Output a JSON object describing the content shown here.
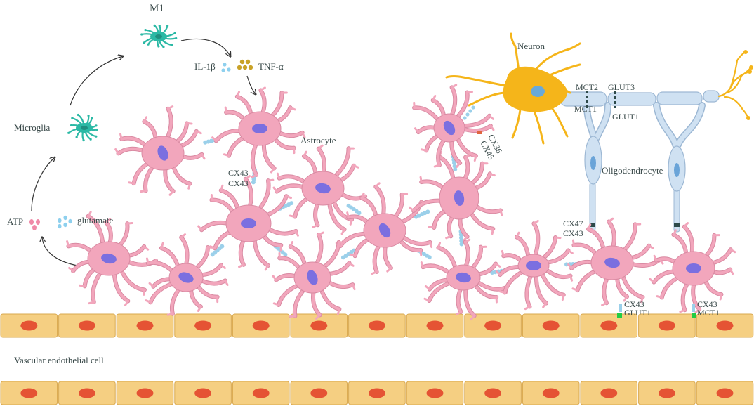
{
  "labels": {
    "m1": "M1",
    "il1b": "IL-1β",
    "tnf": "TNF-α",
    "microglia": "Microglia",
    "atp": "ATP",
    "glutamate": "glutamate",
    "astrocyte": "Astrocyte",
    "cx43_top": "CX43",
    "cx43_bottom": "CX43",
    "neuron": "Neuron",
    "cx36": "CX36",
    "cx45": "CX45",
    "mct2": "MCT2",
    "mct1_axon": "MCT1",
    "glut3": "GLUT3",
    "glut1_axon": "GLUT1",
    "oligodendrocyte": "Oligodendrocyte",
    "cx47": "CX47",
    "cx43_oligo": "CX43",
    "cx43_vessel_a": "CX43",
    "glut1_vessel": "GLUT1",
    "cx43_vessel_b": "CX43",
    "mct1_vessel": "MCT1",
    "vascular": "Vascular endothelial cell"
  },
  "colors": {
    "astrocyte_body": "#f2a6bc",
    "astrocyte_stroke": "#d98aa2",
    "astrocyte_nucleus": "#7b6fe0",
    "microglia": "#2bb9a5",
    "neuron": "#f5b51a",
    "neuron_nucleus": "#69a9d8",
    "oligodendrocyte": "#cfe1f2",
    "oligo_stroke": "#9db8d4",
    "gap_junction": "#9bd0ea",
    "cx36_marker": "#e0653f",
    "endothelial_cell": "#f5cf82",
    "endothelial_nucleus": "#e3452b",
    "transporter": "#2e4a4a",
    "vessel_marker": "#22cc44",
    "il1b_dots": "#8ed0ee",
    "tnf_dots": "#c9a227",
    "atp_dots": "#f08aa8"
  }
}
